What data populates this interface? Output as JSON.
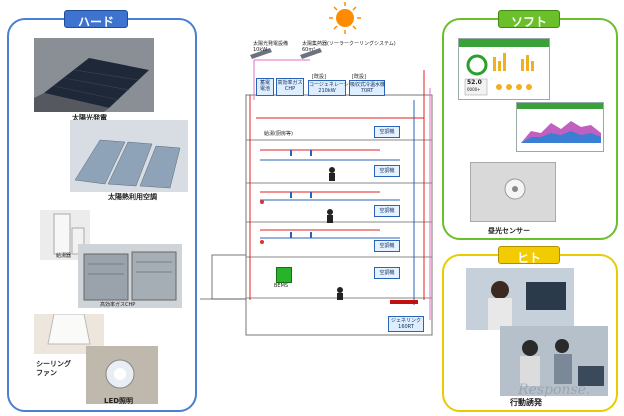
{
  "panels": {
    "hard": {
      "title": "ハード",
      "color": "#4a7fd4"
    },
    "soft": {
      "title": "ソフト",
      "color": "#6abf2a"
    },
    "human": {
      "title": "ヒト",
      "color": "#e8b800"
    }
  },
  "hard_captions": {
    "solar_panel": "太陽光発電",
    "solar_thermal": "太陽熱利用空調",
    "water_heater": "給湯器",
    "chp": "高効率ガスCHP",
    "ceiling_fan": "シーリング\nファン",
    "led": "LED照明"
  },
  "soft_captions": {
    "light_sensor": "昼光センサー",
    "readout_top": "52.0",
    "readout_bottom": "0000+"
  },
  "human_captions": {
    "action": "行動誘発"
  },
  "diagram": {
    "solar_pv": "太陽光発電設備\n10kW",
    "solar_thermal": "太陽集熱器(ソーラークーリングシステム)\n60m²",
    "storage": "蓄電\n電池",
    "chp": "高効率ガス\nCHP",
    "cogen_label": "[既設]",
    "cogen": "コージェネレーション\n210kW",
    "absorb_label": "[既設]",
    "absorb": "吸収式冷温水機\n70RT",
    "hot_water": "給湯(厨房等)",
    "ac_unit": "空調機",
    "bems": "BEMS",
    "geothermal": "ジェネリンク\n160RT"
  },
  "watermark": "Response.",
  "colors": {
    "sun": "#ff8c00",
    "red_pipe": "#e02020",
    "blue_pipe": "#2a64b8",
    "green_bems": "#28b428"
  }
}
